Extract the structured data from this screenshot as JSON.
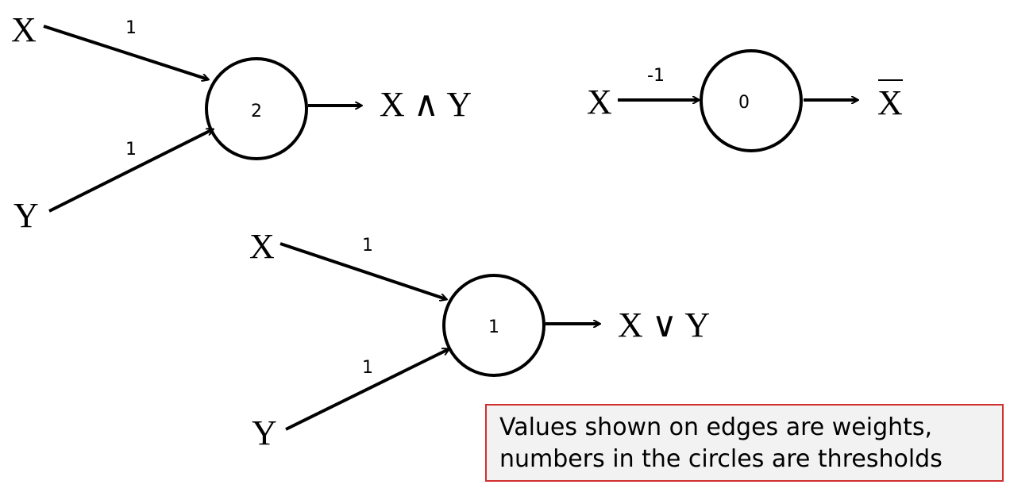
{
  "and_gate": {
    "input_x": "X",
    "input_y": "Y",
    "weight_x": "1",
    "weight_y": "1",
    "threshold": "2",
    "output": "X ∧ Y"
  },
  "not_gate": {
    "input_x": "X",
    "weight_x": "-1",
    "threshold": "0",
    "output": "X"
  },
  "or_gate": {
    "input_x": "X",
    "input_y": "Y",
    "weight_x": "1",
    "weight_y": "1",
    "threshold": "1",
    "output": "X ∨ Y"
  },
  "note": {
    "line1": "Values shown on edges are weights,",
    "line2": "numbers in the circles are thresholds"
  },
  "colors": {
    "note_border": "#d03030",
    "note_bg": "#f2f2f2"
  }
}
